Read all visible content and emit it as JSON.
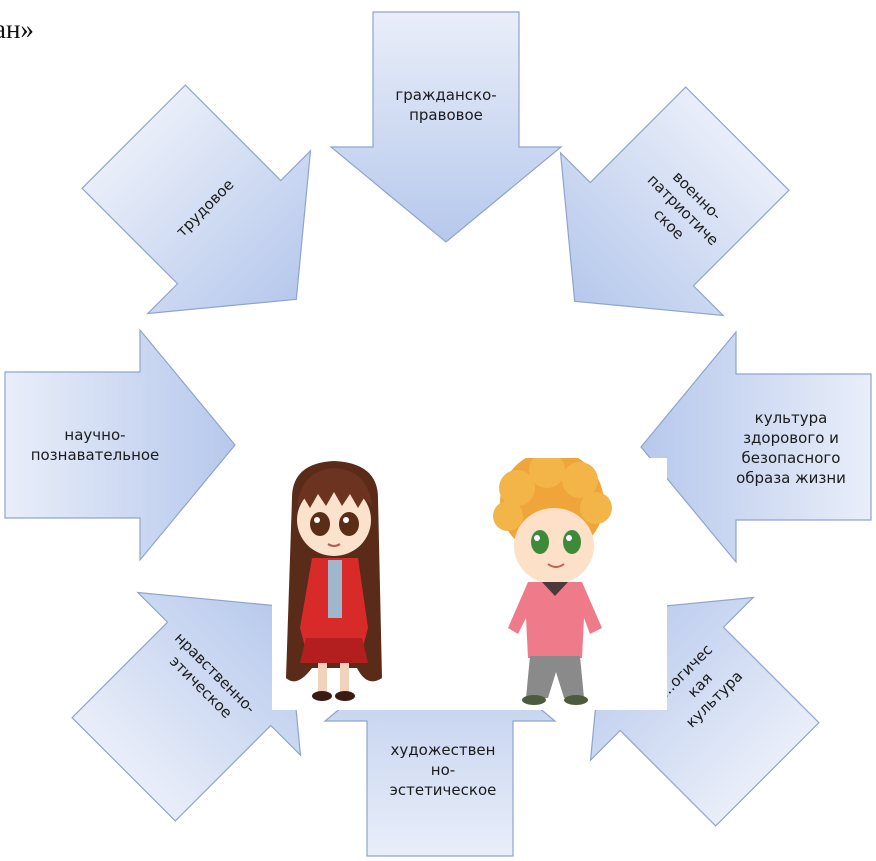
{
  "caption_fragment": "ан»",
  "arrows": [
    {
      "id": "top",
      "label": "гражданско-\nправовое"
    },
    {
      "id": "top-right",
      "label": "военно-\nпатриотиче\nское"
    },
    {
      "id": "right",
      "label": "культура\nздорового и\nбезопасного\nобраза жизни"
    },
    {
      "id": "bottom-right",
      "label": "...огичес\nкая\nкультура"
    },
    {
      "id": "bottom",
      "label": "художествен\nно-\nэстетическое"
    },
    {
      "id": "bottom-left",
      "label": "нравственно-\nэтическое"
    },
    {
      "id": "left",
      "label": "научно-\nпознавательное"
    },
    {
      "id": "top-left",
      "label": "трудовое"
    }
  ],
  "figures": [
    {
      "id": "girl",
      "description": "cartoon girl with long brown hair in red jacket"
    },
    {
      "id": "boy",
      "description": "cartoon boy with curly orange hair in pink sweater"
    }
  ],
  "colors": {
    "arrow_fill_top": "#e9eef9",
    "arrow_fill_bottom": "#b6c8ec",
    "arrow_stroke": "#8ea4cf"
  }
}
